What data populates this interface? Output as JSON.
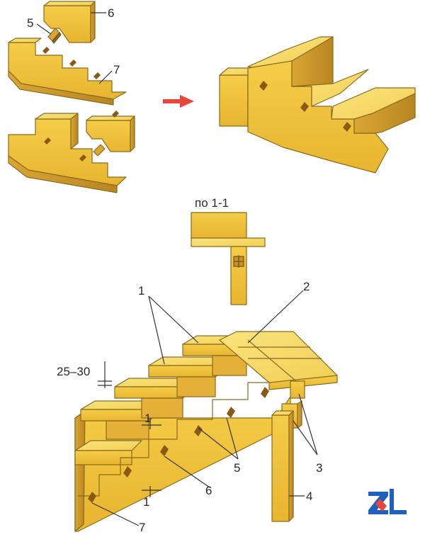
{
  "section_label": "по 1-1",
  "dimension_label": "25–30",
  "callouts": {
    "one": "1",
    "two": "2",
    "three": "3",
    "four": "4",
    "five": "5",
    "six": "6",
    "seven": "7"
  },
  "colors": {
    "wood_top": "#f7dc6a",
    "wood_front": "#f0c43a",
    "wood_side": "#c9972a",
    "wood_dark": "#8a5a14",
    "arrow": "#e8463a"
  },
  "logo_text": "ZL"
}
